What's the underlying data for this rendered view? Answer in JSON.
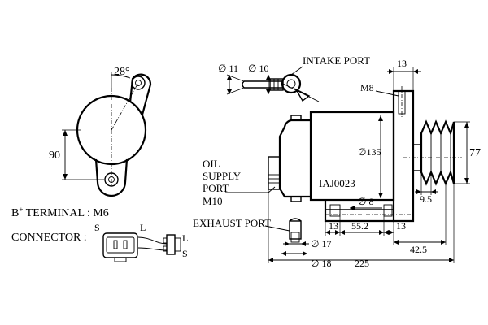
{
  "front_view": {
    "angle_label": "28°",
    "height_label": "90"
  },
  "terminals": {
    "b_terminal_label": "B",
    "b_terminal_sup": "+",
    "b_terminal_value": " TERMINAL : M6",
    "connector_label": "CONNECTOR :",
    "conn_s_left": "S",
    "conn_l_left": "L",
    "conn_l_right": "L",
    "conn_s_right": "S"
  },
  "ports": {
    "intake": "INTAKE PORT",
    "oil_line1": "OIL",
    "oil_line2": "SUPPLY",
    "oil_line3": "PORT",
    "oil_line4": "M10",
    "exhaust": "EXHAUST PORT"
  },
  "dimensions": {
    "d11": "∅ 11",
    "d10": "∅ 10",
    "top13": "13",
    "m8": "M8",
    "d135": "∅135",
    "part_no": "IAJ0023",
    "d8": "∅ 8",
    "d77": "77",
    "d9_5": "9.5",
    "bot13_left": "13",
    "d55_2": "55.2",
    "bot13_right": "13",
    "d17": "∅ 17",
    "d42_5": "42.5",
    "d18": "∅ 18",
    "d225": "225"
  }
}
